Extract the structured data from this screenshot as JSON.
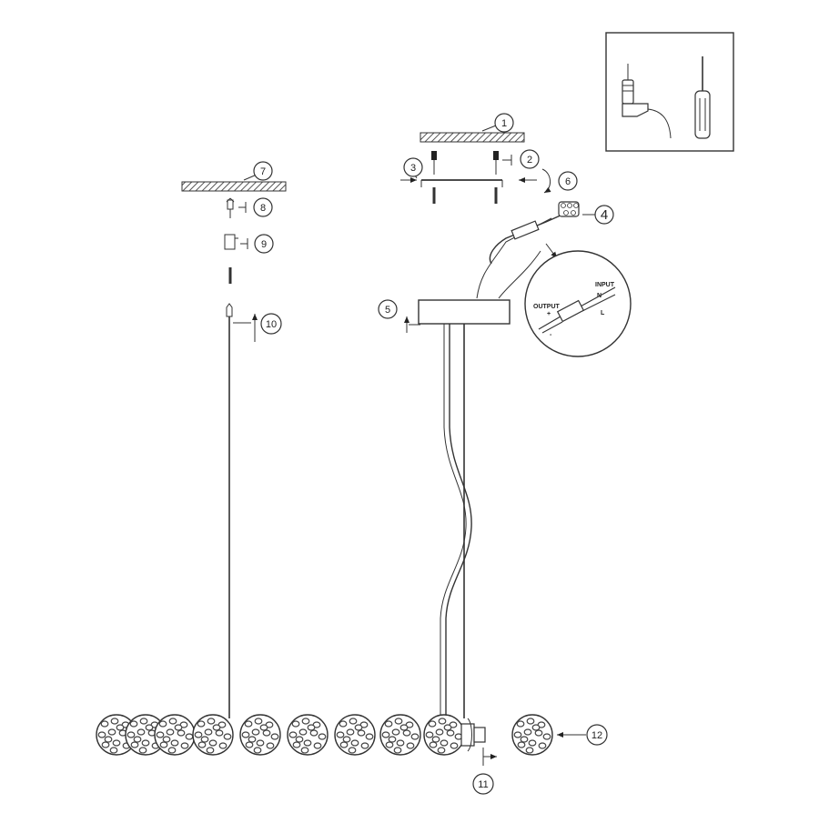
{
  "callouts": [
    {
      "id": "1",
      "label": "1"
    },
    {
      "id": "2",
      "label": "2"
    },
    {
      "id": "3",
      "label": "3"
    },
    {
      "id": "4",
      "label": "4"
    },
    {
      "id": "5",
      "label": "5"
    },
    {
      "id": "6",
      "label": "6"
    },
    {
      "id": "7",
      "label": "7"
    },
    {
      "id": "8",
      "label": "8"
    },
    {
      "id": "9",
      "label": "9"
    },
    {
      "id": "10",
      "label": "10"
    },
    {
      "id": "11",
      "label": "11"
    },
    {
      "id": "12",
      "label": "12"
    }
  ],
  "driver_detail": {
    "input_label": "INPUT",
    "output_label": "OUTPUT",
    "n_label": "N",
    "l_label": "L",
    "plus_label": "+",
    "minus_label": "-"
  },
  "tools": [
    {
      "name": "drill-icon"
    },
    {
      "name": "screwdriver-icon"
    }
  ],
  "colors": {
    "line": "#333333",
    "hatch": "#555555",
    "background": "#ffffff"
  }
}
